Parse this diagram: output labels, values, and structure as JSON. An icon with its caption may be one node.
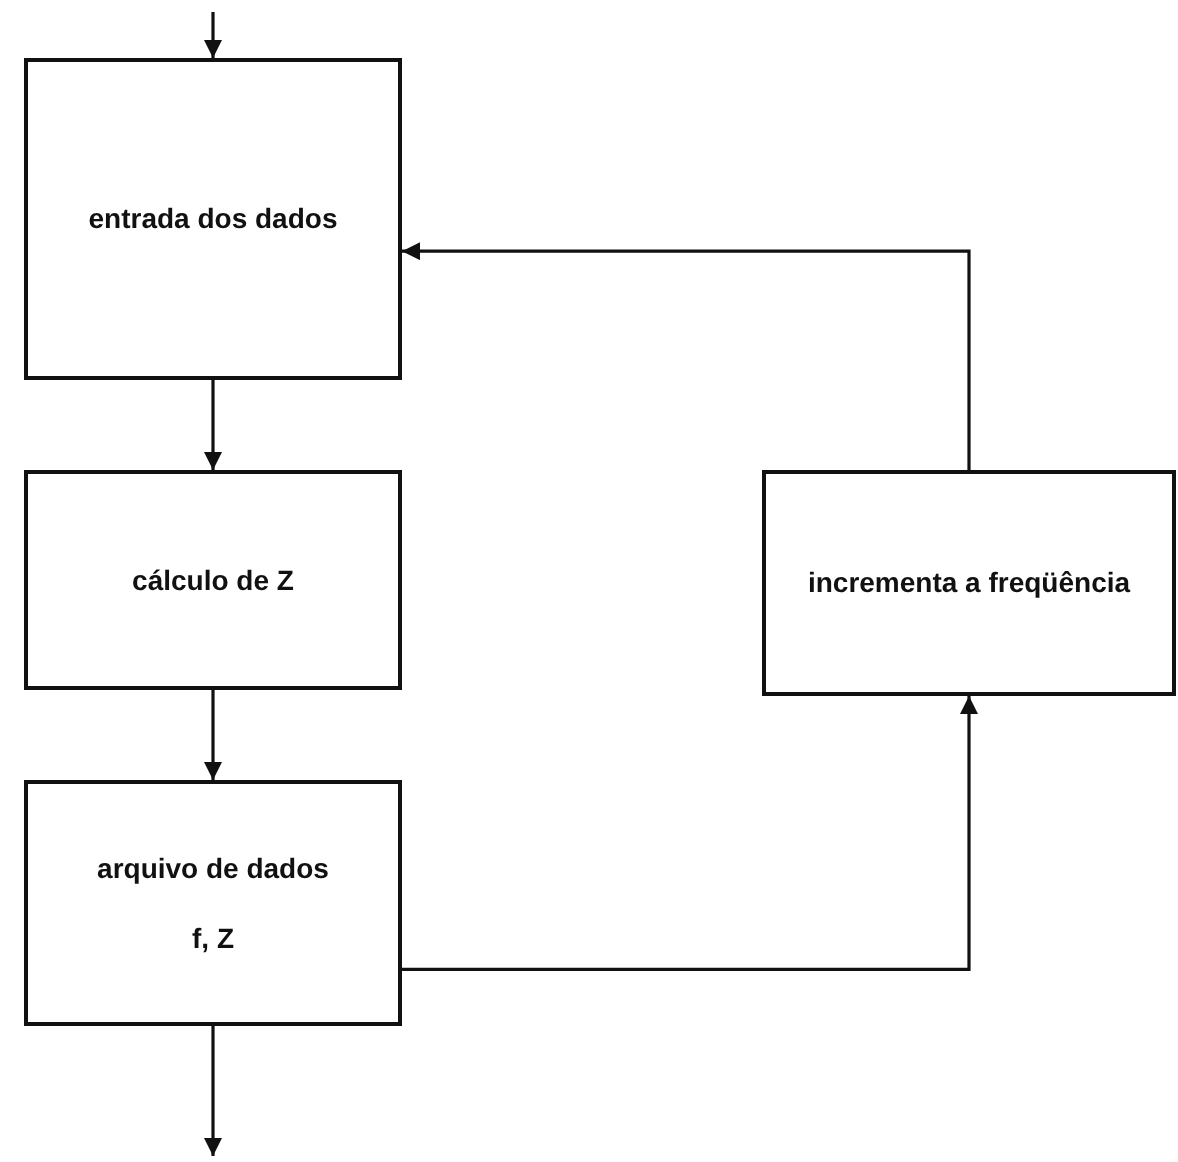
{
  "diagram": {
    "nodes": [
      {
        "text": [
          "entrada dos dados"
        ]
      },
      {
        "text": [
          "cálculo de Z"
        ]
      },
      {
        "text": [
          "arquivo de dados",
          "f, Z"
        ]
      },
      {
        "text": [
          "incrementa a freqüência"
        ]
      }
    ],
    "edges": [
      {
        "from": null,
        "to": 0,
        "arrow": "to"
      },
      {
        "from": 0,
        "to": 1,
        "arrow": "to"
      },
      {
        "from": 1,
        "to": 2,
        "arrow": "to"
      },
      {
        "from": 2,
        "to": 3,
        "arrow": "to"
      },
      {
        "from": 3,
        "to": 0,
        "arrow": "to"
      },
      {
        "from": 2,
        "to": null,
        "arrow": "to"
      }
    ]
  }
}
